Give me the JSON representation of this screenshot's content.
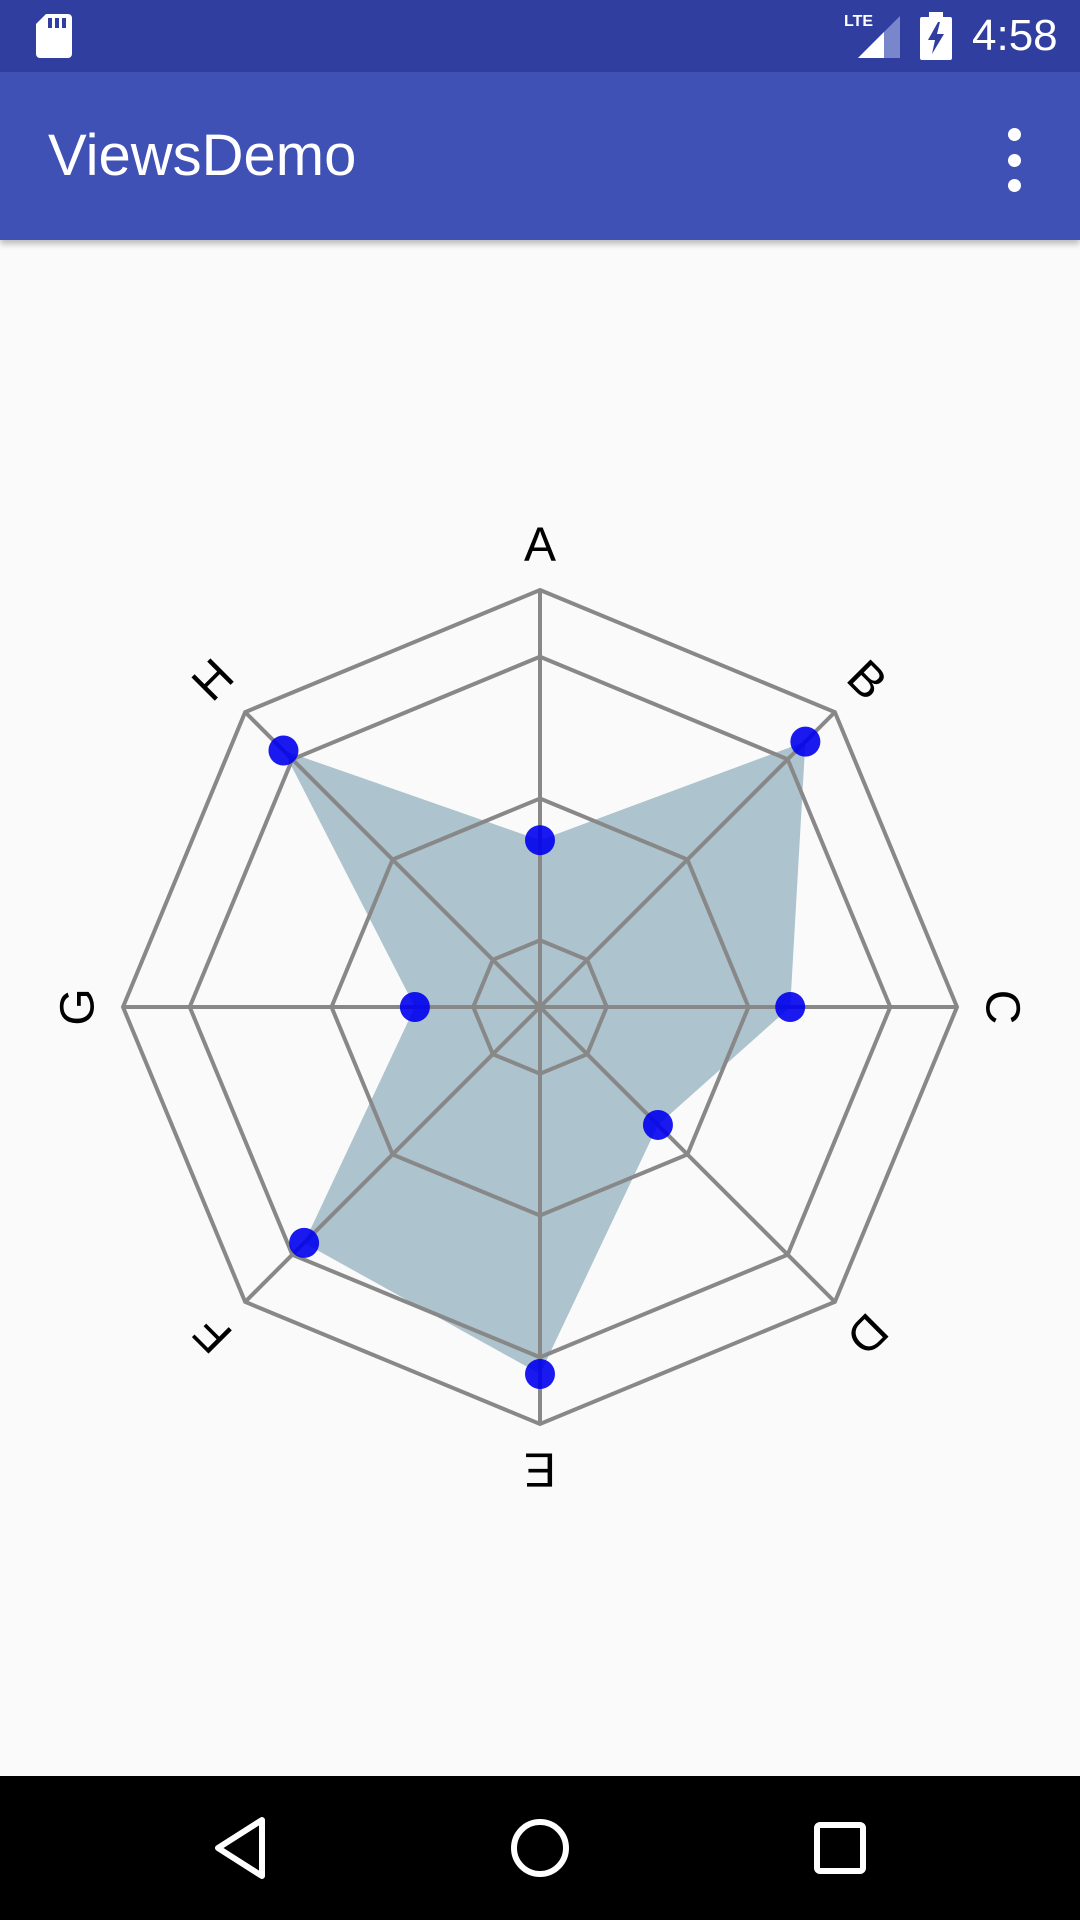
{
  "status_bar": {
    "time": "4:58",
    "network": "LTE",
    "icons": [
      "sd-card-icon",
      "signal-icon",
      "battery-charging-icon"
    ]
  },
  "app_bar": {
    "title": "ViewsDemo",
    "overflow_icon": "more-vert-icon"
  },
  "nav_bar": {
    "icons": [
      "back-icon",
      "home-icon",
      "recents-icon"
    ]
  },
  "colors": {
    "status_bar": "#303F9F",
    "app_bar": "#3F51B5",
    "grid": "#888888",
    "fill": "#A9C0CA",
    "points": "#0000EE"
  },
  "chart_data": {
    "type": "radar",
    "categories": [
      "A",
      "B",
      "C",
      "D",
      "E",
      "F",
      "G",
      "H"
    ],
    "values": [
      0.4,
      0.9,
      0.6,
      0.4,
      0.88,
      0.8,
      0.3,
      0.87
    ],
    "rings": [
      0.16,
      0.5,
      0.84,
      1.0
    ],
    "scale_max": 1.0
  }
}
